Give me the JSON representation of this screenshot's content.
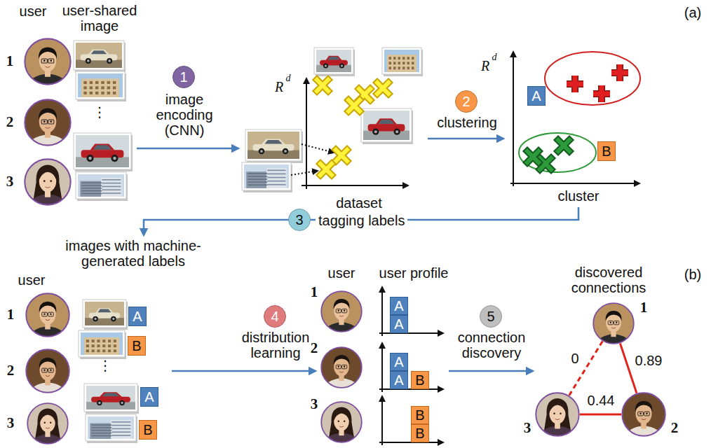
{
  "diagram": {
    "nodes": [
      {
        "text": [
          "1"
        ]
      },
      {
        "text": [
          "2"
        ]
      },
      {
        "text": [
          "3"
        ]
      },
      {
        "text": [
          "1",
          "image encoding (CNN)"
        ]
      },
      {
        "text": [
          "2",
          "clustering"
        ]
      },
      {
        "text": [
          "A"
        ]
      },
      {
        "text": [
          "B"
        ]
      },
      {
        "text": [
          "3",
          "tagging labels"
        ]
      },
      {
        "text": [
          "1"
        ]
      },
      {
        "text": [
          "2"
        ]
      },
      {
        "text": [
          "3"
        ]
      },
      {
        "text": [
          "A"
        ]
      },
      {
        "text": [
          "B"
        ]
      },
      {
        "text": [
          "A"
        ]
      },
      {
        "text": [
          "B"
        ]
      },
      {
        "text": [
          "4",
          "distribution learning"
        ]
      },
      {
        "text": [
          "1"
        ]
      },
      {
        "text": [
          "A"
        ]
      },
      {
        "text": [
          "A"
        ]
      },
      {
        "text": [
          "2"
        ]
      },
      {
        "text": [
          "A"
        ]
      },
      {
        "text": [
          "A"
        ]
      },
      {
        "text": [
          "B"
        ]
      },
      {
        "text": [
          "3"
        ]
      },
      {
        "text": [
          "B"
        ]
      },
      {
        "text": [
          "B"
        ]
      },
      {
        "text": [
          "5",
          "connection discovery"
        ]
      },
      {
        "text": [
          "1"
        ]
      },
      {
        "text": [
          "3"
        ]
      },
      {
        "text": [
          "2"
        ]
      }
    ],
    "edges": [
      {
        "from": 27,
        "to": 29,
        "arrow": "none",
        "label": "0.89"
      },
      {
        "from": 29,
        "to": 28,
        "arrow": "none",
        "label": "0.44"
      },
      {
        "from": 27,
        "to": 28,
        "arrow": "none",
        "label": "0"
      }
    ],
    "labels": [
      "(a)",
      "user",
      "user-shared image",
      "⋮",
      "R",
      "d",
      "dataset",
      "R",
      "d",
      "cluster",
      "(b)",
      "images with machine-generated labels",
      "user",
      "⋮",
      "user",
      "user profile",
      "discovered connections"
    ]
  }
}
